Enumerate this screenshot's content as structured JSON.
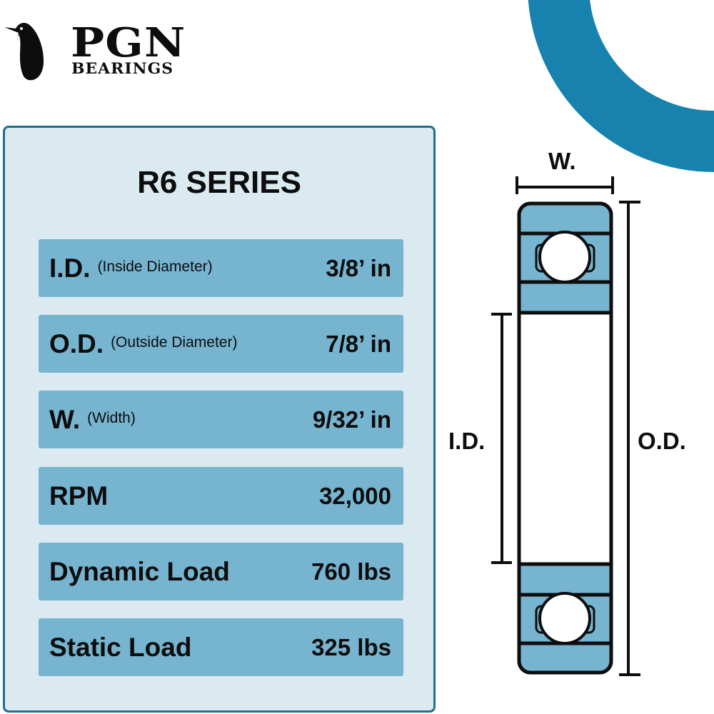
{
  "brand": {
    "name": "PGN",
    "tagline": "BEARINGS",
    "logo_icon": "penguin-icon",
    "accent_color": "#1682ad"
  },
  "spec_panel": {
    "title": "R6 SERIES",
    "rows": [
      {
        "label": "I.D.",
        "sublabel": "(Inside Diameter)",
        "value": "3/8’ in"
      },
      {
        "label": "O.D.",
        "sublabel": "(Outside Diameter)",
        "value": "7/8’ in"
      },
      {
        "label": "W.",
        "sublabel": "(Width)",
        "value": "9/32’ in"
      },
      {
        "label": "RPM",
        "sublabel": "",
        "value": "32,000"
      },
      {
        "label": "Dynamic Load",
        "sublabel": "",
        "value": "760 lbs"
      },
      {
        "label": "Static Load",
        "sublabel": "",
        "value": "325 lbs"
      }
    ],
    "colors": {
      "panel_bg": "#dbeaf1",
      "panel_border": "#1d6f8e",
      "row_bg": "#76b4d0"
    }
  },
  "diagram": {
    "width_label": "W.",
    "inner_diameter_label": "I.D.",
    "outer_diameter_label": "O.D.",
    "fill_color": "#76b4d0"
  }
}
